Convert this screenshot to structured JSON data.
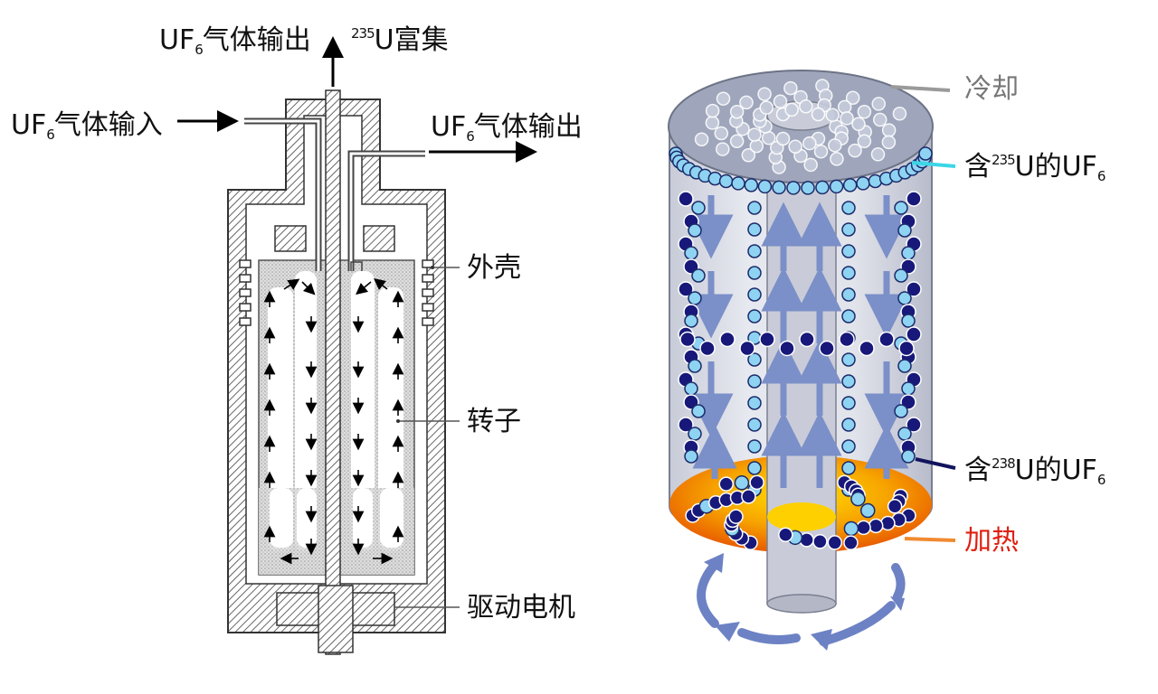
{
  "left_diagram": {
    "out_top_pre": "UF",
    "out_top_sub": "6",
    "out_top_post": "气体输出",
    "enrich_sup": "235",
    "enrich_post": "U富集",
    "in_pre": "UF",
    "in_sub": "6",
    "in_post": "气体输入",
    "out_right_pre": "UF",
    "out_right_sub": "6",
    "out_right_post": "气体输出",
    "shell": "外壳",
    "rotor": "转子",
    "motor": "驱动电机"
  },
  "right_diagram": {
    "cooling": "冷却",
    "u235_pre": "含",
    "u235_sup": "235",
    "u235_mid": "U的UF",
    "u235_sub": "6",
    "u238_pre": "含",
    "u238_sup": "238",
    "u238_mid": "U的UF",
    "u238_sub": "6",
    "heating": "加热"
  },
  "colors": {
    "light_particle": "#8fd3f2",
    "dark_particle": "#17187a",
    "arrow_blue": "#7b8fc8",
    "heat_orange": "#f5a300",
    "cool_label_line": "#9a9a9a",
    "u235_line": "#3cd6e6",
    "u238_line": "#12145e",
    "heat_line": "#f08a30",
    "heat_text": "#e02010"
  }
}
